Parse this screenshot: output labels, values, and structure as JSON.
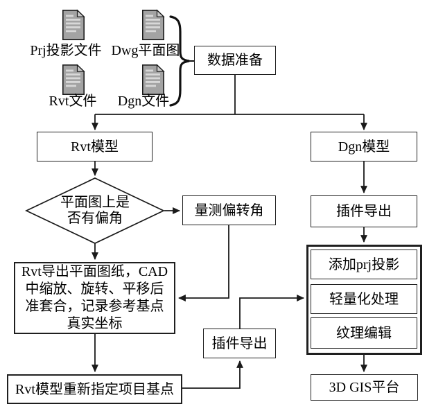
{
  "sources": {
    "prj": {
      "label": "Prj投影文件",
      "icon": "document-icon"
    },
    "dwg": {
      "label": "Dwg平面图",
      "icon": "document-icon"
    },
    "rvt": {
      "label": "Rvt文件",
      "icon": "document-icon"
    },
    "dgn": {
      "label": "Dgn文件",
      "icon": "document-icon"
    }
  },
  "nodes": {
    "data_prep": "数据准备",
    "rvt_model": "Rvt模型",
    "dgn_model": "Dgn模型",
    "decision": "平面图上是\n否有偏角",
    "measure_angle": "量测偏转角",
    "cad_process": "Rvt导出平面图纸，CAD\n中缩放、旋转、平移后\n准套合，记录参考基点\n真实坐标",
    "rebase_point": "Rvt模型重新指定项目基点",
    "plugin_export_mid": "插件导出",
    "plugin_export_right": "插件导出",
    "add_projection": "添加prj投影",
    "lightweight": "轻量化处理",
    "texture_edit": "纹理编辑",
    "gis_platform": "3D GIS平台"
  },
  "colors": {
    "line": "#1a1a1a",
    "box_border": "#1f1f1f",
    "text": "#000000",
    "icon_body": "#a3a3a3",
    "icon_fold": "#c9c9c9",
    "icon_lines": "#d8d8d8",
    "background": "#ffffff"
  }
}
